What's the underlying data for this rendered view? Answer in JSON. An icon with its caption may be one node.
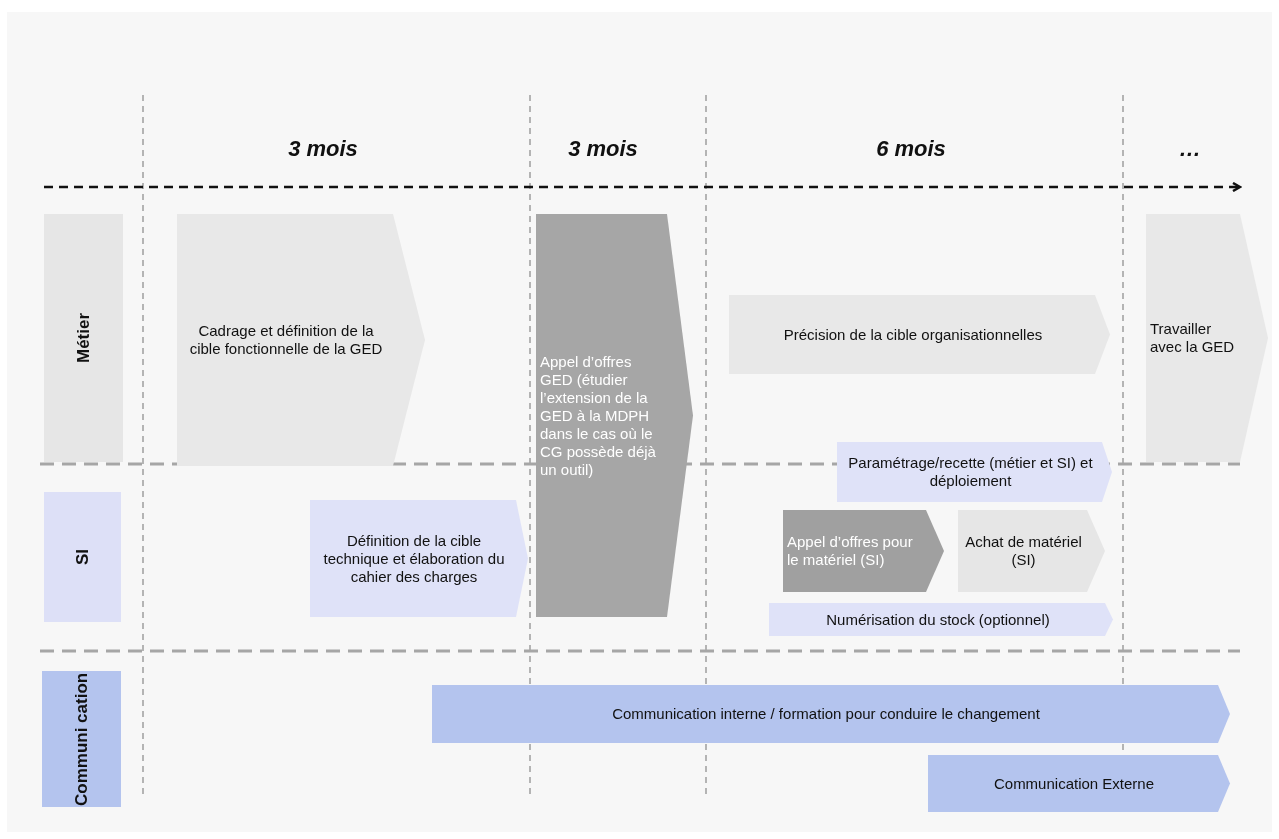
{
  "diagram": {
    "nodes": [
      {
        "text": [
          "Métier"
        ]
      },
      {
        "text": [
          "SI"
        ]
      },
      {
        "text": [
          "Communi cation"
        ]
      },
      {
        "text": [
          "Cadrage et définition de la cible fonctionnelle de la GED"
        ]
      },
      {
        "text": [
          "Appel d’offres GED (étudier l’extension de la GED à la MDPH dans le cas où le CG possède déjà un outil)"
        ]
      },
      {
        "text": [
          "Précision de la cible organisationnelles"
        ]
      },
      {
        "text": [
          "Travailler avec la GED"
        ]
      },
      {
        "text": [
          "Paramétrage/recette (métier et SI) et déploiement"
        ]
      },
      {
        "text": [
          "Définition de la cible technique et élaboration du cahier des charges"
        ]
      },
      {
        "text": [
          "Appel d’offres pour le matériel (SI)"
        ]
      },
      {
        "text": [
          "Achat de matériel (SI)"
        ]
      },
      {
        "text": [
          "Numérisation du stock (optionnel)"
        ]
      },
      {
        "text": [
          "Communication interne / formation pour conduire le changement"
        ]
      },
      {
        "text": [
          "Communication Externe"
        ]
      }
    ],
    "labels": [
      "3 mois",
      "3 mois",
      "6 mois",
      "…"
    ]
  }
}
